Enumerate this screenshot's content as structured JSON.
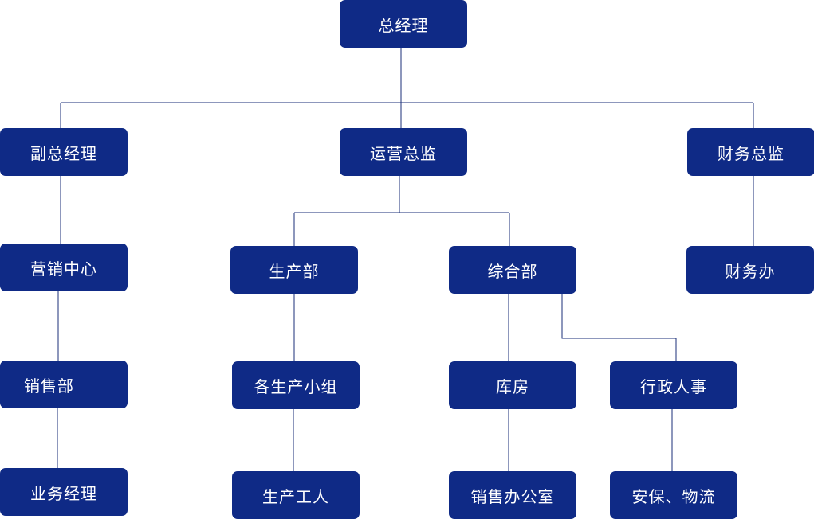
{
  "org_chart": {
    "nodes": {
      "general_manager": "总经理",
      "deputy_general_manager": "副总经理",
      "operations_director": "运营总监",
      "finance_director": "财务总监",
      "marketing_center": "营销中心",
      "production_dept": "生产部",
      "general_affairs_dept": "综合部",
      "finance_office": "财务办",
      "sales_dept": "销售部",
      "production_teams": "各生产小组",
      "warehouse": "库房",
      "admin_hr": "行政人事",
      "business_manager": "业务经理",
      "production_workers": "生产工人",
      "sales_office": "销售办公室",
      "security_logistics": "安保、物流"
    },
    "colors": {
      "node_fill": "#0f2a86",
      "node_text": "#ffffff",
      "connector": "#1b2f78"
    }
  }
}
